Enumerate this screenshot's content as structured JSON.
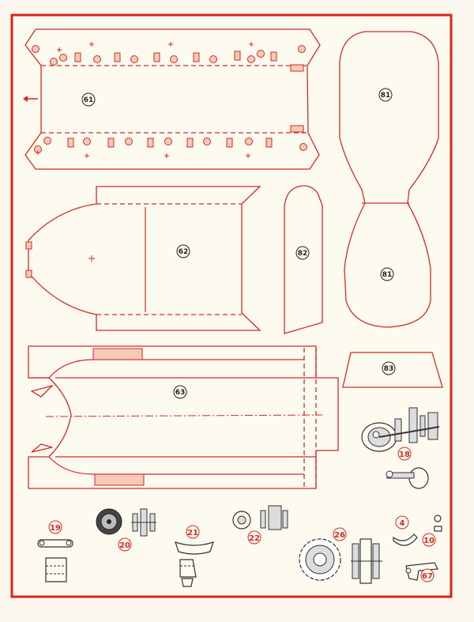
{
  "parts": {
    "p61": "61",
    "p62": "62",
    "p63": "63",
    "p81a": "81",
    "p81b": "81",
    "p82": "82",
    "p83": "83"
  },
  "details": {
    "d4": "4",
    "d10": "10",
    "d18": "18",
    "d19": "19",
    "d20": "20",
    "d21": "21",
    "d22": "22",
    "d26": "26",
    "d67": "67"
  },
  "colors": {
    "border": "#e0211b",
    "outline": "#d42b22",
    "tab_fill": "#f6c9b8",
    "paper": "#fdfaf0"
  },
  "icons": {
    "direction": "arrow-left-icon"
  }
}
